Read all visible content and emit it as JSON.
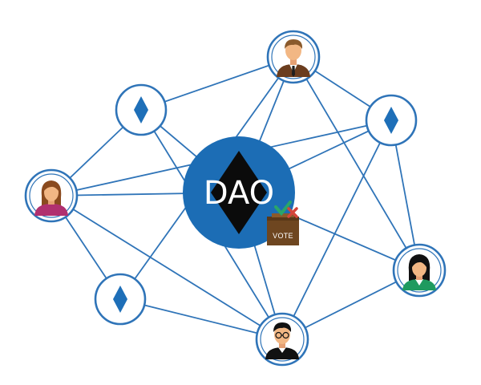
{
  "hub": {
    "label": "DAO",
    "ballot_label": "VOTE"
  },
  "nodes": [
    {
      "id": "person-man-tie-top",
      "kind": "person"
    },
    {
      "id": "token-top-left",
      "kind": "token"
    },
    {
      "id": "token-top-right",
      "kind": "token"
    },
    {
      "id": "person-woman-left",
      "kind": "person"
    },
    {
      "id": "person-woman-right",
      "kind": "person"
    },
    {
      "id": "token-bottom-left",
      "kind": "token"
    },
    {
      "id": "person-man-glasses-bottom",
      "kind": "person"
    }
  ],
  "icons": [
    "ethereum-diamond-icon",
    "ballot-box-icon",
    "checkmark-icon",
    "cross-icon"
  ],
  "colors": {
    "network_blue": "#2f74b8",
    "hub_blue": "#1c6db5",
    "ballot_box": "#6e4620",
    "check_green": "#2aa56a",
    "cross_red": "#d4453a"
  }
}
